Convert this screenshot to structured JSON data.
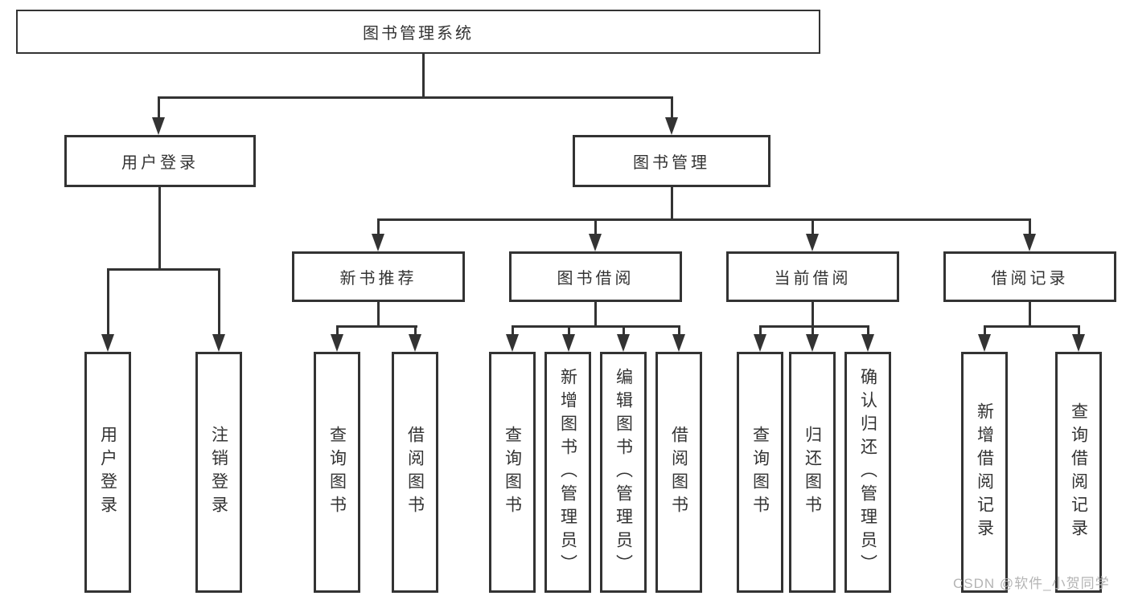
{
  "diagram": {
    "root": {
      "label": "图书管理系统"
    },
    "level2": {
      "user_login": {
        "label": "用户登录"
      },
      "book_mgmt": {
        "label": "图书管理"
      }
    },
    "level3": {
      "new_book_rec": {
        "label": "新书推荐"
      },
      "book_borrow": {
        "label": "图书借阅"
      },
      "current_borrow": {
        "label": "当前借阅"
      },
      "borrow_record": {
        "label": "借阅记录"
      }
    },
    "leaves": {
      "ul_login": {
        "label": "用户登录"
      },
      "ul_logout": {
        "label": "注销登录"
      },
      "nr_query": {
        "label": "查询图书"
      },
      "nr_borrow": {
        "label": "借阅图书"
      },
      "bb_query": {
        "label": "查询图书"
      },
      "bb_add": {
        "label": "新增图书（管理员）"
      },
      "bb_edit": {
        "label": "编辑图书（管理员）"
      },
      "bb_borrow": {
        "label": "借阅图书"
      },
      "cb_query": {
        "label": "查询图书"
      },
      "cb_return": {
        "label": "归还图书"
      },
      "cb_confirm": {
        "label": "确认归还（管理员）"
      },
      "br_add": {
        "label": "新增借阅记录"
      },
      "br_query": {
        "label": "查询借阅记录"
      }
    }
  },
  "watermark": {
    "text": "CSDN @软件_小贺同学"
  },
  "colors": {
    "line": "#333333",
    "text": "#333333",
    "watermark": "#b4b4b4",
    "background": "#ffffff"
  }
}
